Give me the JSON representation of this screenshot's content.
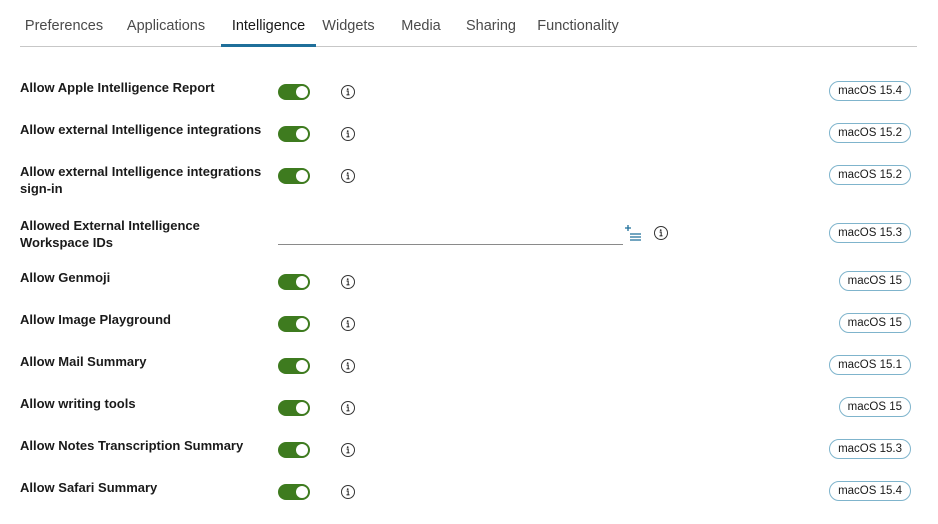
{
  "tabs": [
    {
      "label": "Preferences",
      "active": false
    },
    {
      "label": "Applications",
      "active": false
    },
    {
      "label": "Intelligence",
      "active": true
    },
    {
      "label": "Widgets",
      "active": false
    },
    {
      "label": "Media",
      "active": false
    },
    {
      "label": "Sharing",
      "active": false
    },
    {
      "label": "Functionality",
      "active": false
    }
  ],
  "settings": [
    {
      "label": "Allow Apple Intelligence Report",
      "control": "toggle",
      "enabled": true,
      "version": "macOS 15.4"
    },
    {
      "label": "Allow external Intelligence integrations",
      "control": "toggle",
      "enabled": true,
      "version": "macOS 15.2"
    },
    {
      "label": "Allow external Intelligence integrations sign-in",
      "control": "toggle",
      "enabled": true,
      "version": "macOS 15.2"
    },
    {
      "label": "Allowed External Intelligence Workspace IDs",
      "control": "text-list",
      "value": "",
      "version": "macOS 15.3"
    },
    {
      "label": "Allow Genmoji",
      "control": "toggle",
      "enabled": true,
      "version": "macOS 15"
    },
    {
      "label": "Allow Image Playground",
      "control": "toggle",
      "enabled": true,
      "version": "macOS 15"
    },
    {
      "label": "Allow Mail Summary",
      "control": "toggle",
      "enabled": true,
      "version": "macOS 15.1"
    },
    {
      "label": "Allow writing tools",
      "control": "toggle",
      "enabled": true,
      "version": "macOS 15"
    },
    {
      "label": "Allow Notes Transcription Summary",
      "control": "toggle",
      "enabled": true,
      "version": "macOS 15.3"
    },
    {
      "label": "Allow Safari Summary",
      "control": "toggle",
      "enabled": true,
      "version": "macOS 15.4"
    }
  ],
  "icons": {
    "info": "info-circle-icon",
    "add_list": "add-list-icon"
  },
  "colors": {
    "toggle_on": "#3e7b1f",
    "tab_active_underline": "#1f6f9a",
    "badge_border": "#7fb4cc"
  }
}
